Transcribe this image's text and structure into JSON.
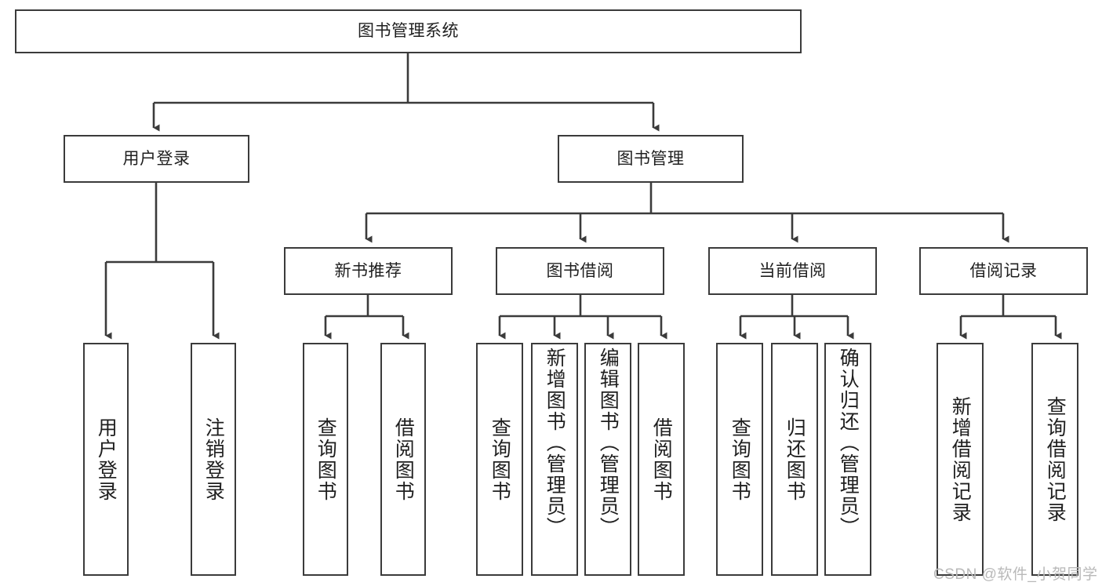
{
  "diagram": {
    "title": "图书管理系统",
    "type": "tree-hierarchy-diagram",
    "theme": {
      "background": "#ffffff",
      "box_border": "#3b3b3b",
      "box_fill": "#ffffff",
      "text": "#1f1f1f",
      "connector": "#3b3b3b",
      "watermark": "#b9b9b9"
    },
    "watermark": "CSDN @软件_小贺同学",
    "nodes": {
      "root": {
        "label": "图书管理系统",
        "level": 0,
        "orientation": "horizontal"
      },
      "n_user_login": {
        "label": "用户登录",
        "level": 1,
        "orientation": "horizontal"
      },
      "n_book_mgmt": {
        "label": "图书管理",
        "level": 1,
        "orientation": "horizontal"
      },
      "n_new_book_rec": {
        "label": "新书推荐",
        "level": 2,
        "orientation": "horizontal"
      },
      "n_book_borrow": {
        "label": "图书借阅",
        "level": 2,
        "orientation": "horizontal"
      },
      "n_current_borrow": {
        "label": "当前借阅",
        "level": 2,
        "orientation": "horizontal"
      },
      "n_borrow_record": {
        "label": "借阅记录",
        "level": 2,
        "orientation": "horizontal"
      },
      "l_user_login": {
        "label": "用户登录",
        "level": 3,
        "orientation": "vertical"
      },
      "l_logout": {
        "label": "注销登录",
        "level": 3,
        "orientation": "vertical"
      },
      "l_query_book_a": {
        "label": "查询图书",
        "level": 3,
        "orientation": "vertical"
      },
      "l_borrow_book_a": {
        "label": "借阅图书",
        "level": 3,
        "orientation": "vertical"
      },
      "l_query_book_b": {
        "label": "查询图书",
        "level": 3,
        "orientation": "vertical"
      },
      "l_add_book": {
        "label": "新增图书（管理员）",
        "level": 3,
        "orientation": "vertical"
      },
      "l_edit_book": {
        "label": "编辑图书（管理员）",
        "level": 3,
        "orientation": "vertical"
      },
      "l_borrow_book_b": {
        "label": "借阅图书",
        "level": 3,
        "orientation": "vertical"
      },
      "l_query_book_c": {
        "label": "查询图书",
        "level": 3,
        "orientation": "vertical"
      },
      "l_return_book": {
        "label": "归还图书",
        "level": 3,
        "orientation": "vertical"
      },
      "l_confirm_return": {
        "label": "确认归还（管理员）",
        "level": 3,
        "orientation": "vertical"
      },
      "l_add_record": {
        "label": "新增借阅记录",
        "level": 3,
        "orientation": "vertical"
      },
      "l_query_record": {
        "label": "查询借阅记录",
        "level": 3,
        "orientation": "vertical"
      }
    },
    "edges": [
      {
        "from": "root",
        "to": "n_user_login"
      },
      {
        "from": "root",
        "to": "n_book_mgmt"
      },
      {
        "from": "n_book_mgmt",
        "to": "n_new_book_rec"
      },
      {
        "from": "n_book_mgmt",
        "to": "n_book_borrow"
      },
      {
        "from": "n_book_mgmt",
        "to": "n_current_borrow"
      },
      {
        "from": "n_book_mgmt",
        "to": "n_borrow_record"
      },
      {
        "from": "n_user_login",
        "to": "l_user_login"
      },
      {
        "from": "n_user_login",
        "to": "l_logout"
      },
      {
        "from": "n_new_book_rec",
        "to": "l_query_book_a"
      },
      {
        "from": "n_new_book_rec",
        "to": "l_borrow_book_a"
      },
      {
        "from": "n_book_borrow",
        "to": "l_query_book_b"
      },
      {
        "from": "n_book_borrow",
        "to": "l_add_book"
      },
      {
        "from": "n_book_borrow",
        "to": "l_edit_book"
      },
      {
        "from": "n_book_borrow",
        "to": "l_borrow_book_b"
      },
      {
        "from": "n_current_borrow",
        "to": "l_query_book_c"
      },
      {
        "from": "n_current_borrow",
        "to": "l_return_book"
      },
      {
        "from": "n_current_borrow",
        "to": "l_confirm_return"
      },
      {
        "from": "n_borrow_record",
        "to": "l_add_record"
      },
      {
        "from": "n_borrow_record",
        "to": "l_query_record"
      }
    ]
  }
}
